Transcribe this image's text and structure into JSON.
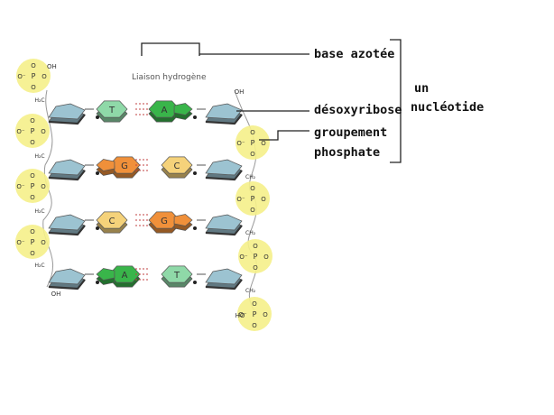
{
  "diagram": {
    "hydrogen_bond_label": "Liaison hydrogène",
    "bases": [
      {
        "left": "T",
        "right": "A",
        "left_color": "#8fd9a8",
        "right_color": "#39b54a"
      },
      {
        "left": "G",
        "right": "C",
        "left_color": "#f0903a",
        "right_color": "#f5d27a"
      },
      {
        "left": "C",
        "right": "G",
        "left_color": "#f5d27a",
        "right_color": "#f0903a"
      },
      {
        "left": "A",
        "right": "T",
        "left_color": "#39b54a",
        "right_color": "#8fd9a8"
      }
    ],
    "sugar_color": "#9cc3d1",
    "phosphate_color": "#f5f08a",
    "phosphate_atoms": {
      "p": "P",
      "o": "O",
      "o_minus": "O⁻"
    },
    "left_strand": {
      "top_oh": "OH",
      "ch2": "H₂C",
      "bottom_oh": "OH"
    },
    "right_strand": {
      "top_oh": "OH",
      "ch2": "CH₂",
      "bottom_ho": "HO"
    }
  },
  "labels": {
    "base_azotee": "base azotée",
    "desoxyribose": "désoxyribose",
    "groupement": "groupement",
    "phosphate": "phosphate",
    "un": "un",
    "nucleotide": "nucléotide"
  }
}
